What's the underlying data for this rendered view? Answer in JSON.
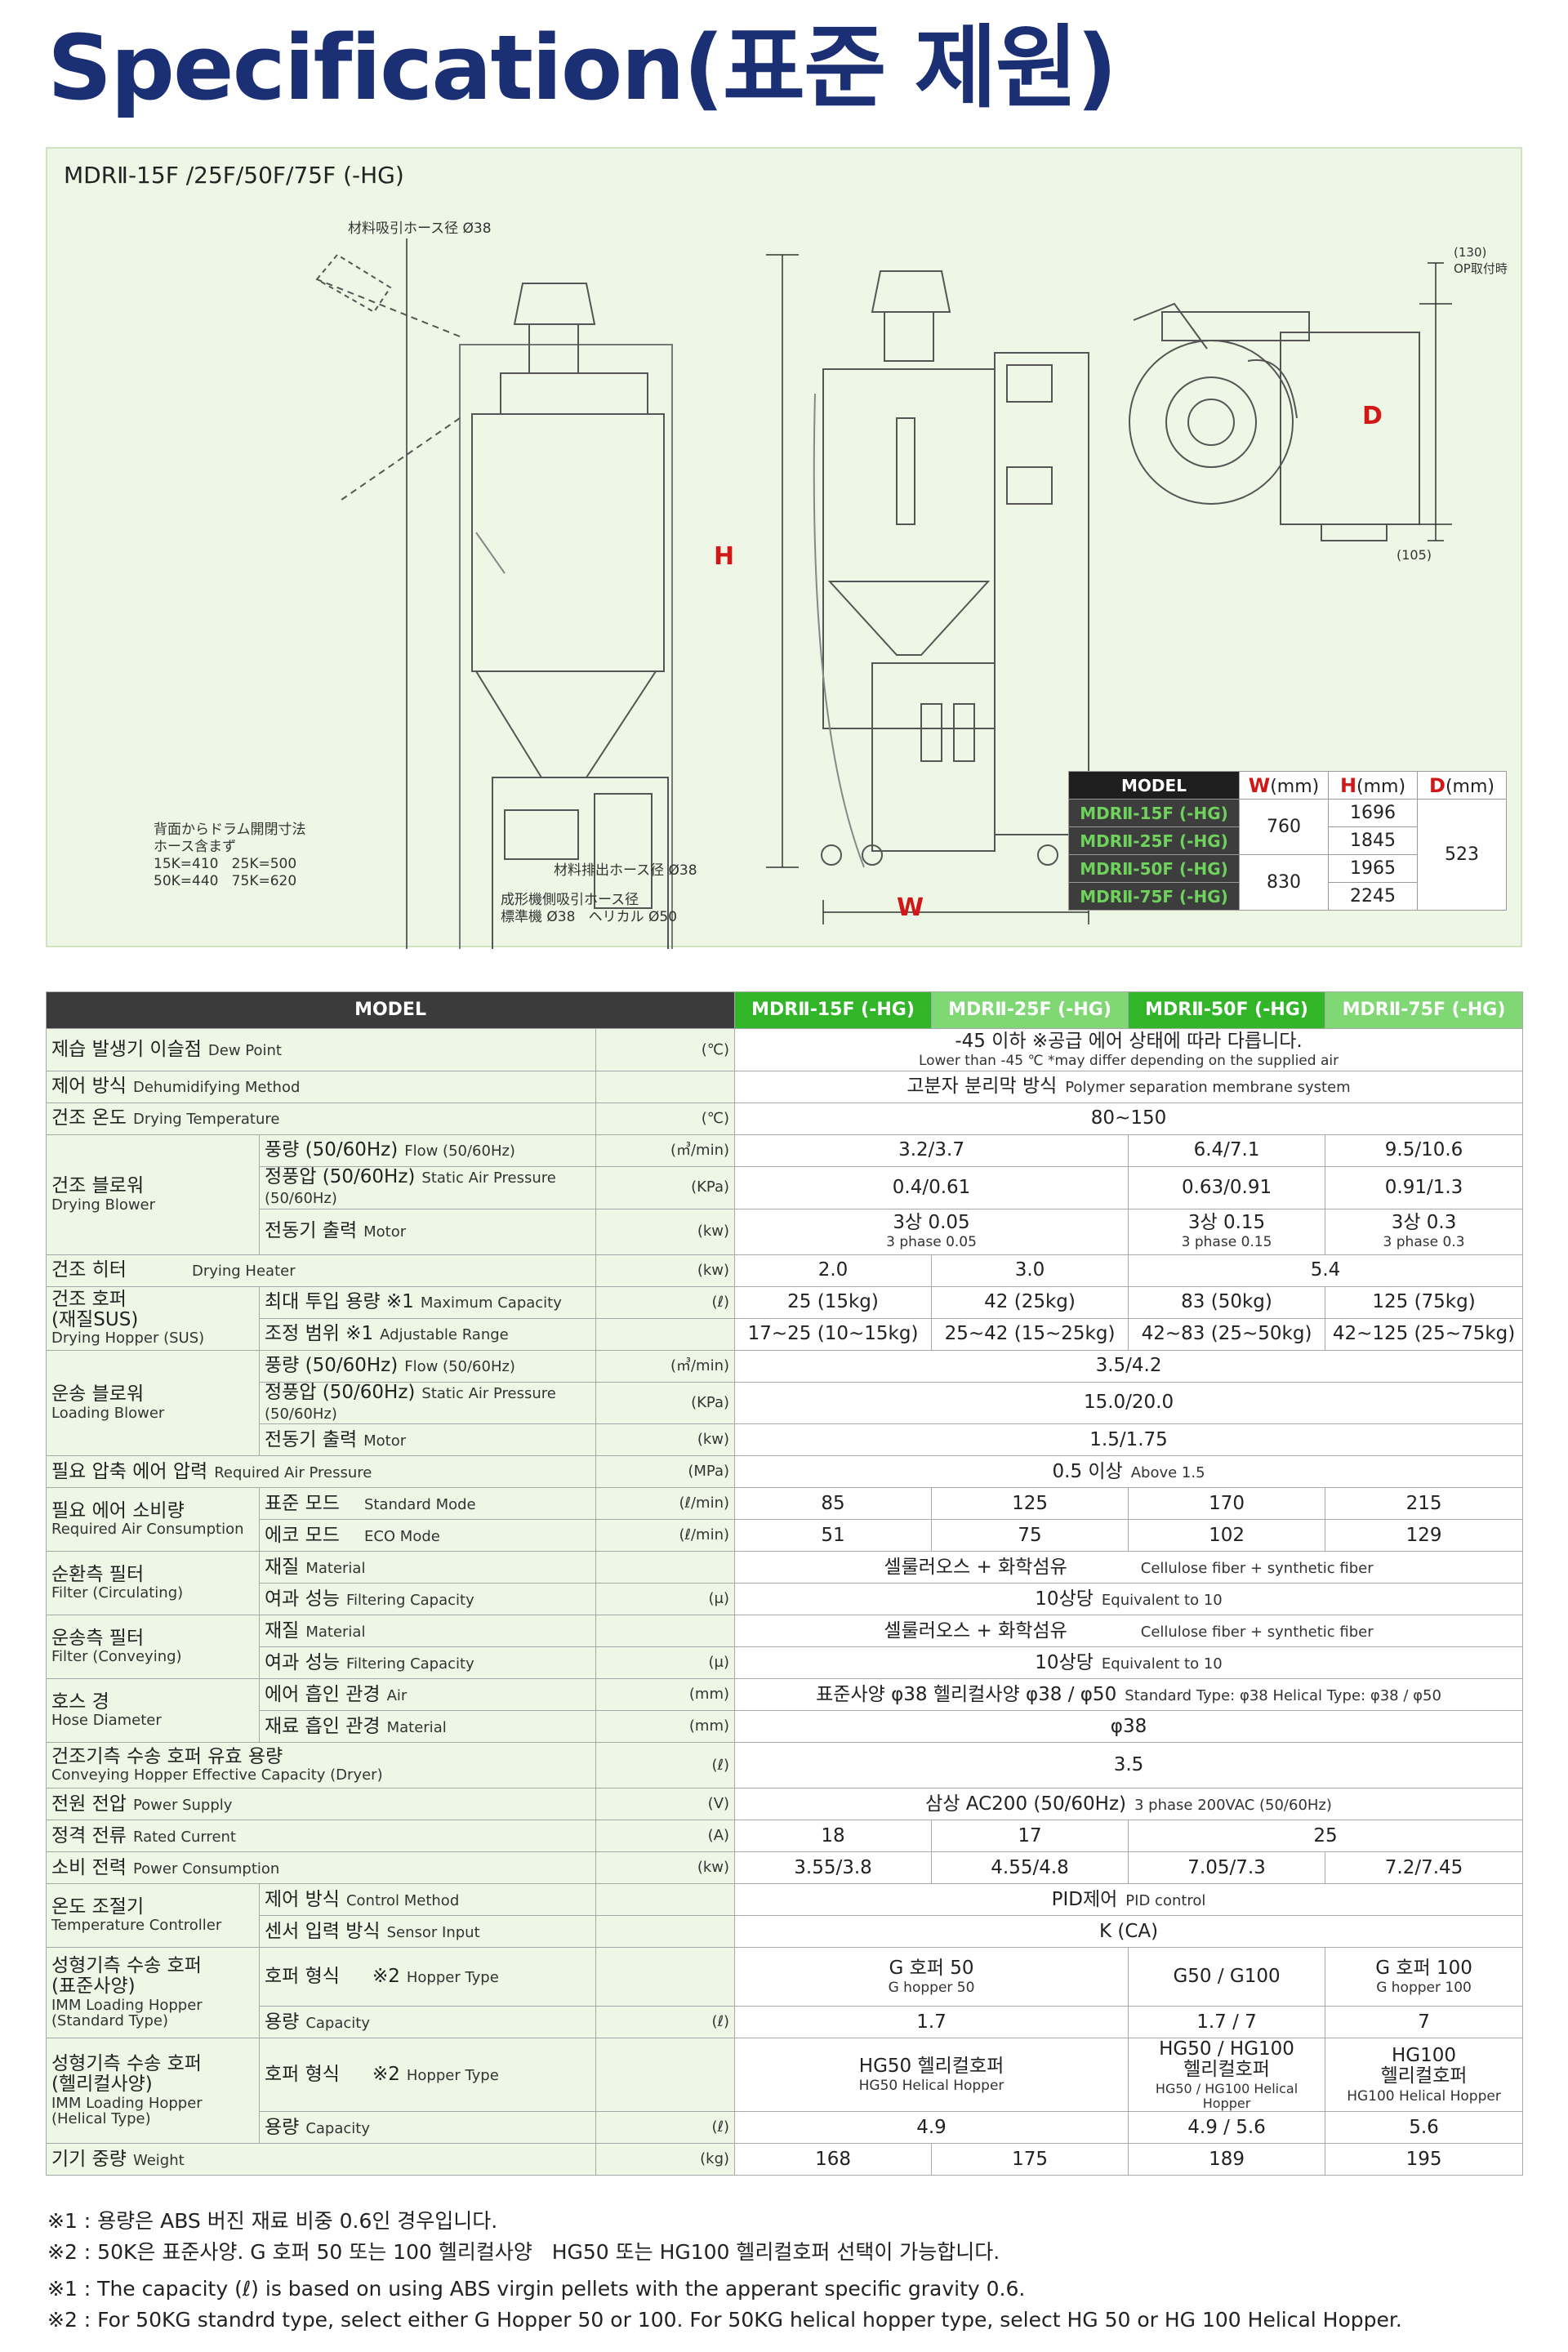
{
  "page": {
    "title": "Specification(표준 제원)"
  },
  "drawing": {
    "title": "MDRⅡ-15F /25F/50F/75F (-HG)",
    "notes": {
      "suction_hose": "材料吸引ホース径 Ø38",
      "rear_clearance": "背面からドラム開閉寸法\nホース含まず\n15K=410   25K=500\n50K=440   75K=620",
      "discharge_hose": "材料排出ホース径 Ø38",
      "molding_side_hose": "成形機側吸引ホース径\n標準機 Ø38   ヘリカル Ø50",
      "op_mount": "(130)\nOP取付時",
      "bottom_dim": "(105)"
    },
    "dim_labels": {
      "w": "W",
      "h": "H",
      "d": "D"
    }
  },
  "dimension_table": {
    "header": {
      "model": "MODEL",
      "w": "W",
      "h": "H",
      "d": "D",
      "unit": "(mm)"
    },
    "rows": [
      {
        "model": "MDRⅡ-15F (-HG)",
        "h": "1696"
      },
      {
        "model": "MDRⅡ-25F (-HG)",
        "h": "1845"
      },
      {
        "model": "MDRⅡ-50F (-HG)",
        "h": "1965"
      },
      {
        "model": "MDRⅡ-75F (-HG)",
        "h": "2245"
      }
    ],
    "w_values": [
      "760",
      "830"
    ],
    "d_value": "523"
  },
  "spec": {
    "header": {
      "model": "MODEL",
      "models": [
        "MDRⅡ-15F (-HG)",
        "MDRⅡ-25F (-HG)",
        "MDRⅡ-50F (-HG)",
        "MDRⅡ-75F (-HG)"
      ]
    },
    "dew_point": {
      "ko": "제습 발생기 이슬점",
      "en": "Dew Point",
      "unit": "(℃)",
      "value": "-45 이하  ※공급 에어 상태에 따라 다릅니다.",
      "value_en": "Lower than -45 ℃  *may differ depending on the supplied air"
    },
    "dehum_method": {
      "ko": "제어 방식",
      "en": "Dehumidifying Method",
      "value": "고분자 분리막 방식",
      "value_en": "Polymer separation membrane system"
    },
    "drying_temp": {
      "ko": "건조 온도",
      "en": "Drying Temperature",
      "unit": "(℃)",
      "value": "80~150"
    },
    "drying_blower": {
      "ko": "건조 블로워",
      "en": "Drying Blower",
      "flow": {
        "ko": "풍량 (50/60Hz)",
        "en": "Flow (50/60Hz)",
        "unit": "(㎥/min)",
        "v12": "3.2/3.7",
        "v3": "6.4/7.1",
        "v4": "9.5/10.6"
      },
      "static": {
        "ko": "정풍압 (50/60Hz)",
        "en": "Static Air Pressure (50/60Hz)",
        "unit": "(KPa)",
        "v12": "0.4/0.61",
        "v3": "0.63/0.91",
        "v4": "0.91/1.3"
      },
      "motor": {
        "ko": "전동기 출력",
        "en": "Motor",
        "unit": "(kw)",
        "v12": "3상 0.05",
        "v12_en": "3 phase 0.05",
        "v3": "3상 0.15",
        "v3_en": "3 phase 0.15",
        "v4": "3상 0.3",
        "v4_en": "3 phase 0.3"
      }
    },
    "drying_heater": {
      "ko": "건조 히터",
      "en": "Drying Heater",
      "unit": "(kw)",
      "v1": "2.0",
      "v2": "3.0",
      "v34": "5.4"
    },
    "drying_hopper": {
      "ko": "건조 호퍼",
      "ko2": "(재질SUS)",
      "en": "Drying Hopper (SUS)",
      "max": {
        "ko": "최대 투입 용량  ※1",
        "en": "Maximum Capacity",
        "unit": "(ℓ)",
        "values": [
          "25 (15kg)",
          "42 (25kg)",
          "83 (50kg)",
          "125 (75kg)"
        ]
      },
      "range": {
        "ko": "조정 범위 ※1",
        "en": "Adjustable Range",
        "values": [
          "17~25 (10~15kg)",
          "25~42 (15~25kg)",
          "42~83 (25~50kg)",
          "42~125 (25~75kg)"
        ]
      }
    },
    "loading_blower": {
      "ko": "운송 블로워",
      "en": "Loading Blower",
      "flow": {
        "ko": "풍량 (50/60Hz)",
        "en": "Flow (50/60Hz)",
        "unit": "(㎥/min)",
        "value": "3.5/4.2"
      },
      "static": {
        "ko": "정풍압 (50/60Hz)",
        "en": "Static Air Pressure (50/60Hz)",
        "unit": "(KPa)",
        "value": "15.0/20.0"
      },
      "motor": {
        "ko": "전동기 출력",
        "en": "Motor",
        "unit": "(kw)",
        "value": "1.5/1.75"
      }
    },
    "air_pressure": {
      "ko": "필요 압축 에어 압력",
      "en": "Required Air Pressure",
      "unit": "(MPa)",
      "value": "0.5 이상",
      "value_en": "Above 1.5"
    },
    "air_consumption": {
      "ko": "필요 에어 소비량",
      "en": "Required Air Consumption",
      "std": {
        "ko": "표준 모드",
        "en": "Standard Mode",
        "unit": "(ℓ/min)",
        "values": [
          "85",
          "125",
          "170",
          "215"
        ]
      },
      "eco": {
        "ko": "에코 모드",
        "en": "ECO Mode",
        "unit": "(ℓ/min)",
        "values": [
          "51",
          "75",
          "102",
          "129"
        ]
      }
    },
    "filter_circ": {
      "ko": "순환측 필터",
      "en": "Filter (Circulating)",
      "material": {
        "ko": "재질",
        "en": "Material",
        "value": "셀룰러오스 + 화학섬유",
        "value_en": "Cellulose fiber + synthetic fiber"
      },
      "capacity": {
        "ko": "여과 성능",
        "en": "Filtering Capacity",
        "unit": "(μ)",
        "value": "10상당",
        "value_en": "Equivalent to 10"
      }
    },
    "filter_conv": {
      "ko": "운송측 필터",
      "en": "Filter (Conveying)",
      "material": {
        "ko": "재질",
        "en": "Material",
        "value": "셀룰러오스 + 화학섬유",
        "value_en": "Cellulose fiber + synthetic fiber"
      },
      "capacity": {
        "ko": "여과 성능",
        "en": "Filtering Capacity",
        "unit": "(μ)",
        "value": "10상당",
        "value_en": "Equivalent to 10"
      }
    },
    "hose": {
      "ko": "호스 경",
      "en": "Hose Diameter",
      "air": {
        "ko": "에어 흡인 관경",
        "en": "Air",
        "unit": "(mm)",
        "value": "표준사양 φ38  헬리컬사양    φ38 / φ50",
        "value_en": "Standard Type: φ38  Helical Type: φ38 / φ50"
      },
      "material": {
        "ko": "재료 흡인 관경",
        "en": "Material",
        "unit": "(mm)",
        "value": "φ38"
      }
    },
    "conv_hopper": {
      "ko": "건조기측 수송 호퍼 유효 용량",
      "en": "Conveying Hopper Effective Capacity (Dryer)",
      "unit": "(ℓ)",
      "value": "3.5"
    },
    "power_supply": {
      "ko": "전원 전압",
      "en": "Power Supply",
      "unit": "(V)",
      "value": "삼상 AC200 (50/60Hz)",
      "value_en": "3 phase 200VAC (50/60Hz)"
    },
    "rated_current": {
      "ko": "정격 전류",
      "en": "Rated Current",
      "unit": "(A)",
      "v1": "18",
      "v2": "17",
      "v34": "25"
    },
    "power_consumption": {
      "ko": "소비 전력",
      "en": "Power Consumption",
      "unit": "(kw)",
      "values": [
        "3.55/3.8",
        "4.55/4.8",
        "7.05/7.3",
        "7.2/7.45"
      ]
    },
    "temp_controller": {
      "ko": "온도 조절기",
      "en": "Temperature Controller",
      "control": {
        "ko": "제어 방식",
        "en": "Control Method",
        "value": "PID제어",
        "value_en": "PID control"
      },
      "sensor": {
        "ko": "센서 입력 방식",
        "en": "Sensor Input",
        "value": "K (CA)"
      }
    },
    "imm_std": {
      "ko": "성형기측 수송 호퍼",
      "ko2": "(표준사양)",
      "en": "IMM Loading Hopper",
      "en2": "(Standard Type)",
      "type": {
        "ko": "호퍼 형식",
        "note": "※2",
        "en": "Hopper Type",
        "v12": "G 호퍼 50",
        "v12_en": "G hopper 50",
        "v3": "G50 / G100",
        "v4": "G 호퍼 100",
        "v4_en": "G hopper 100"
      },
      "capacity": {
        "ko": "용량",
        "en": "Capacity",
        "unit": "(ℓ)",
        "v12": "1.7",
        "v3": "1.7 / 7",
        "v4": "7"
      }
    },
    "imm_hel": {
      "ko": "성형기측 수송 호퍼",
      "ko2": "(헬리컬사양)",
      "en": "IMM Loading Hopper",
      "en2": "(Helical Type)",
      "type": {
        "ko": "호퍼 형식",
        "note": "※2",
        "en": "Hopper Type",
        "v12": "HG50 헬리컬호퍼",
        "v12_en": "HG50 Helical Hopper",
        "v3a": "HG50 / HG100",
        "v3b": "헬리컬호퍼",
        "v3_en": "HG50 / HG100 Helical Hopper",
        "v4a": "HG100",
        "v4b": "헬리컬호퍼",
        "v4_en": "HG100 Helical Hopper"
      },
      "capacity": {
        "ko": "용량",
        "en": "Capacity",
        "unit": "(ℓ)",
        "v12": "4.9",
        "v3": "4.9 / 5.6",
        "v4": "5.6"
      }
    },
    "weight": {
      "ko": "기기 중량",
      "en": "Weight",
      "unit": "(kg)",
      "values": [
        "168",
        "175",
        "189",
        "195"
      ]
    }
  },
  "footnotes": [
    "※1 : 용량은 ABS 버진 재료 비중 0.6인 경우입니다.",
    "※2 : 50K은 표준사양. G 호퍼 50 또는 100 헬리컬사양   HG50 또는 HG100 헬리컬호퍼 선택이 가능합니다.",
    "※1 : The capacity (ℓ) is based on using ABS virgin pellets with the apperant specific gravity 0.6.",
    "※2 : For 50KG standrd type, select either G Hopper 50 or 100. For 50KG helical hopper type, select HG 50 or HG 100 Helical Hopper."
  ]
}
